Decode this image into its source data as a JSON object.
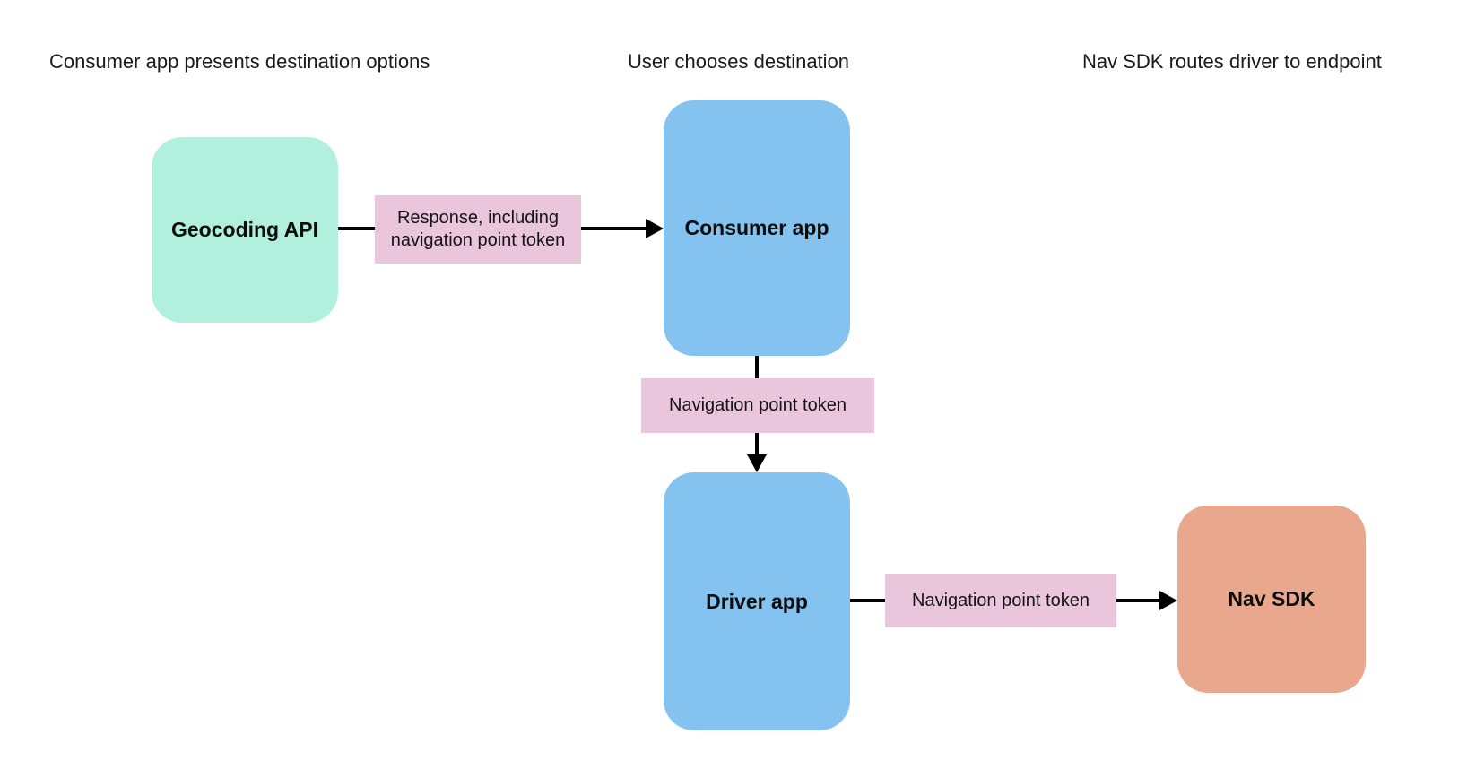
{
  "diagram": {
    "lane_headers": [
      {
        "label": "Consumer app presents destination options"
      },
      {
        "label": "User chooses destination"
      },
      {
        "label": "Nav SDK routes driver to endpoint"
      }
    ],
    "nodes": [
      {
        "id": "geocoding-api",
        "label": "Geocoding API",
        "color": "#b1f0dc"
      },
      {
        "id": "consumer-app",
        "label": "Consumer app",
        "color": "#84c2f0"
      },
      {
        "id": "driver-app",
        "label": "Driver app",
        "color": "#84c2f0"
      },
      {
        "id": "nav-sdk",
        "label": "Nav SDK",
        "color": "#e9a88e"
      }
    ],
    "edges": [
      {
        "from": "geocoding-api",
        "to": "consumer-app",
        "label": "Response, including navigation point token"
      },
      {
        "from": "consumer-app",
        "to": "driver-app",
        "label": "Navigation point token"
      },
      {
        "from": "driver-app",
        "to": "nav-sdk",
        "label": "Navigation point token"
      }
    ],
    "colors": {
      "node_green": "#b1f0dc",
      "node_blue": "#84c2f0",
      "node_salmon": "#e9a88e",
      "edge_label_bg": "#eac6dc",
      "arrow": "#000000",
      "background": "#ffffff",
      "text": "#1a1a1a"
    }
  }
}
